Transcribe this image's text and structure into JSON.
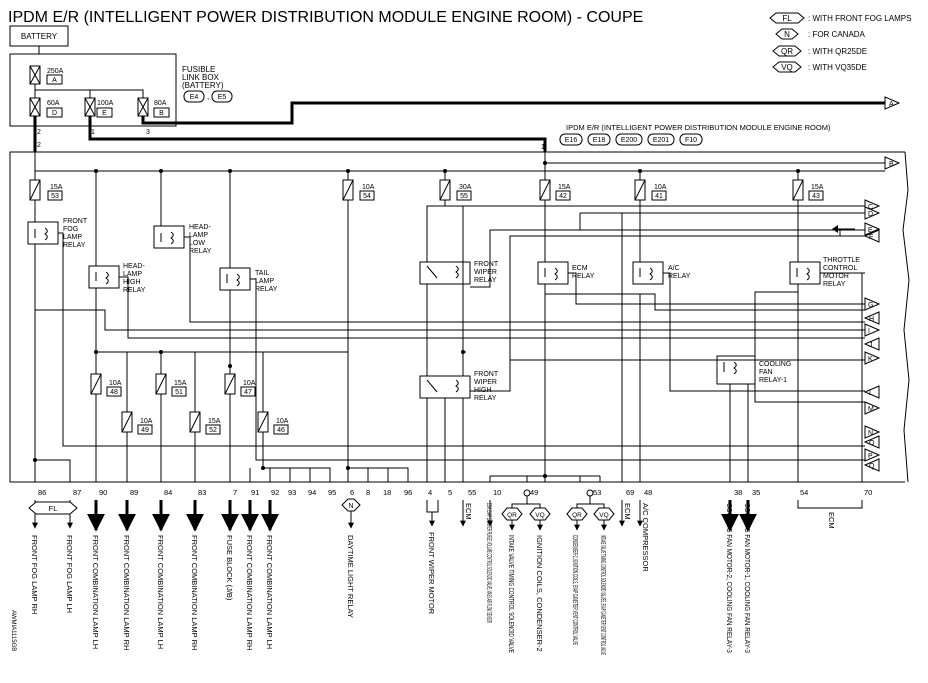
{
  "title": "IPDM E/R (INTELLIGENT POWER DISTRIBUTION MODULE ENGINE ROOM) - COUPE",
  "battery": "BATTERY",
  "legend": [
    {
      "code": "FL",
      "text": ": WITH FRONT FOG LAMPS"
    },
    {
      "code": "N",
      "text": ": FOR CANADA"
    },
    {
      "code": "QR",
      "text": ": WITH QR25DE"
    },
    {
      "code": "VQ",
      "text": ": WITH VQ35DE"
    }
  ],
  "fusible_link_box": {
    "label": [
      "FUSIBLE",
      "LINK BOX",
      "(BATTERY)"
    ],
    "connectors": [
      "E4",
      "E5"
    ],
    "links": [
      {
        "amp": "250A",
        "id": "A"
      },
      {
        "amp": "60A",
        "id": "D"
      },
      {
        "amp": "100A",
        "id": "E"
      },
      {
        "amp": "80A",
        "id": "B"
      }
    ],
    "wire_numbers": [
      "2",
      "1",
      "3",
      "2",
      "1"
    ]
  },
  "ipdm": {
    "label": "IPDM E/R (INTELLIGENT POWER DISTRIBUTION MODULE ENGINE ROOM)",
    "connectors": [
      "E16",
      "E18",
      "E200",
      "E201",
      "F10"
    ]
  },
  "fuses": [
    {
      "amp": "15A",
      "num": "53"
    },
    {
      "amp": "10A",
      "num": "54"
    },
    {
      "amp": "30A",
      "num": "55"
    },
    {
      "amp": "15A",
      "num": "42"
    },
    {
      "amp": "10A",
      "num": "41"
    },
    {
      "amp": "15A",
      "num": "43"
    },
    {
      "amp": "10A",
      "num": "48"
    },
    {
      "amp": "15A",
      "num": "51"
    },
    {
      "amp": "10A",
      "num": "47"
    },
    {
      "amp": "10A",
      "num": "49"
    },
    {
      "amp": "15A",
      "num": "52"
    },
    {
      "amp": "10A",
      "num": "46"
    }
  ],
  "relays": [
    {
      "lines": [
        "FRONT",
        "FOG",
        "LAMP",
        "RELAY"
      ]
    },
    {
      "lines": [
        "HEAD-",
        "LAMP",
        "LOW",
        "RELAY"
      ]
    },
    {
      "lines": [
        "HEAD-",
        "LAMP",
        "HIGH",
        "RELAY"
      ]
    },
    {
      "lines": [
        "TAIL",
        "LAMP",
        "RELAY"
      ]
    },
    {
      "lines": [
        "FRONT",
        "WIPER",
        "RELAY"
      ]
    },
    {
      "lines": [
        "ECM",
        "RELAY"
      ]
    },
    {
      "lines": [
        "A/C",
        "RELAY"
      ]
    },
    {
      "lines": [
        "THROTTLE",
        "CONTROL",
        "MOTOR",
        "RELAY"
      ]
    },
    {
      "lines": [
        "FRONT",
        "WIPER",
        "HIGH",
        "RELAY"
      ]
    },
    {
      "lines": [
        "COOLING",
        "FAN",
        "RELAY-1"
      ]
    }
  ],
  "connector_refs": [
    "A",
    "B",
    "C",
    "D",
    "E",
    "F",
    "G",
    "H",
    "I",
    "J",
    "K",
    "L",
    "M",
    "N",
    "O",
    "P",
    "Q"
  ],
  "terminals": [
    "86",
    "87",
    "90",
    "89",
    "84",
    "83",
    "7",
    "91",
    "92",
    "93",
    "94",
    "95",
    "6",
    "8",
    "18",
    "96",
    "4",
    "5",
    "55",
    "10",
    "49",
    "53",
    "69",
    "48",
    "38",
    "35",
    "54",
    "70"
  ],
  "option_tags": [
    "FL",
    "N",
    "QR",
    "VQ",
    "QR",
    "VQ"
  ],
  "outputs": [
    "FRONT FOG LAMP RH",
    "FRONT FOG LAMP LH",
    "FRONT COMBINATION LAMP LH",
    "FRONT COMBINATION LAMP RH",
    "FRONT COMBINATION LAMP LH",
    "FRONT COMBINATION LAMP RH",
    "FUSE BLOCK (J/B)",
    "FRONT COMBINATION LAMP RH",
    "FRONT COMBINATION LAMP LH",
    "DAYTIME LIGHT RELAY",
    "FRONT WIPER MOTOR",
    "ECM",
    "ECM, EVAP CANISTER PURGE VOLUME CONTROL SOLENOID VALVE, MASS AIR FLOW SENSOR",
    "INTAKE VALVE TIMING CONTROL SOLENOID VALVE",
    "IGNITION COILS, CONDENSER-2",
    "CONDENSER-2, IGNITION COILS, EVAP CANISTER VENT CONTROL VALVE",
    "INTAKE VALVE TIMING CONTROL SOLENOID VALVES, EVAP CANISTER VENT CONTROL VALVE",
    "ECM",
    "A/C COMPRESSOR",
    "COOLING FAN MOTOR-2, COOLING FAN RELAY-3",
    "COOLING FAN MOTOR-1, COOLING FAN RELAY-3",
    "ECM"
  ],
  "code": "AWMIA1115GB"
}
